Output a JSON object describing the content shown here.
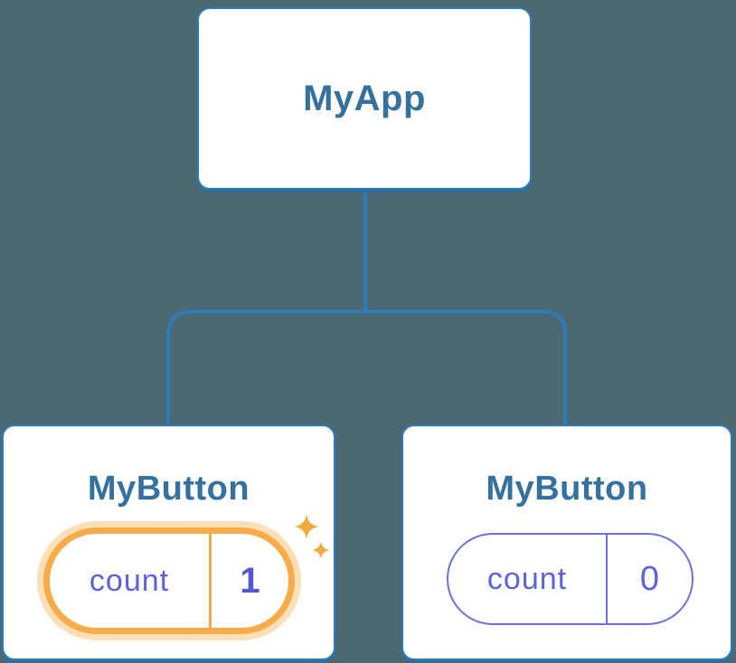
{
  "colors": {
    "background": "#4c6873",
    "connector_blue": "#2d7cb8",
    "node_background": "#ffffff",
    "node_border": "#2d7cb8",
    "node_title_text": "#35719f",
    "state_text_indigo": "#5b63d8",
    "state_value_bold": "#5058d4",
    "state_border_indigo": "#6a71e0",
    "highlight_orange": "#f7ab49",
    "highlight_halo": "#fbe0b7",
    "sparkle_orange": "#f5a83f"
  },
  "tree": {
    "root": {
      "title": "MyApp"
    },
    "children": [
      {
        "title": "MyButton",
        "state_label": "count",
        "state_value": "1",
        "highlighted": true,
        "icon": "sparkles-icon"
      },
      {
        "title": "MyButton",
        "state_label": "count",
        "state_value": "0",
        "highlighted": false
      }
    ]
  }
}
